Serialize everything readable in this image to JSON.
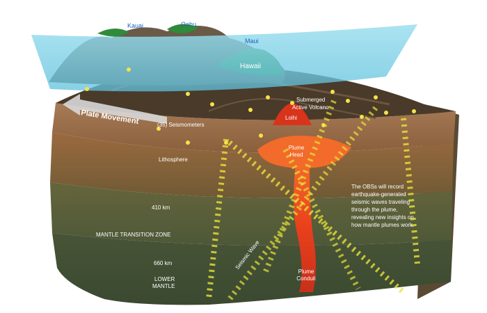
{
  "islands": {
    "kauai": "Kauai",
    "oahu": "Oahu",
    "maui": "Maui",
    "hawaii": "Hawaii"
  },
  "labels": {
    "plate_movement": "Plate  Movement",
    "seismometers": "(35) Seismometers",
    "submerged_line1": "Submerged",
    "submerged_line2": "Active Volcano",
    "loihi": "Loihi",
    "plume_head_line1": "Plume",
    "plume_head_line2": "Head",
    "lithosphere": "Lithosphere",
    "km410": "410 km",
    "mtz": "MANTLE TRANSITION ZONE",
    "km660": "660 km",
    "lower_line1": "LOWER",
    "lower_line2": "MANTLE",
    "seismic_wave": "Seismic Wave",
    "plume_conduit_line1": "Plume",
    "plume_conduit_line2": "Conduit"
  },
  "annotation": [
    "The OBSs will record",
    "earthquake-generated",
    "seismic waves traveling",
    "through the plume,",
    "revealing new insights on",
    "how mantle plumes work."
  ],
  "colors": {
    "ocean": "#7fcfe6",
    "plume": "#e8401c",
    "wave": "#e8e23a",
    "label_blue": "#1f63b5"
  }
}
